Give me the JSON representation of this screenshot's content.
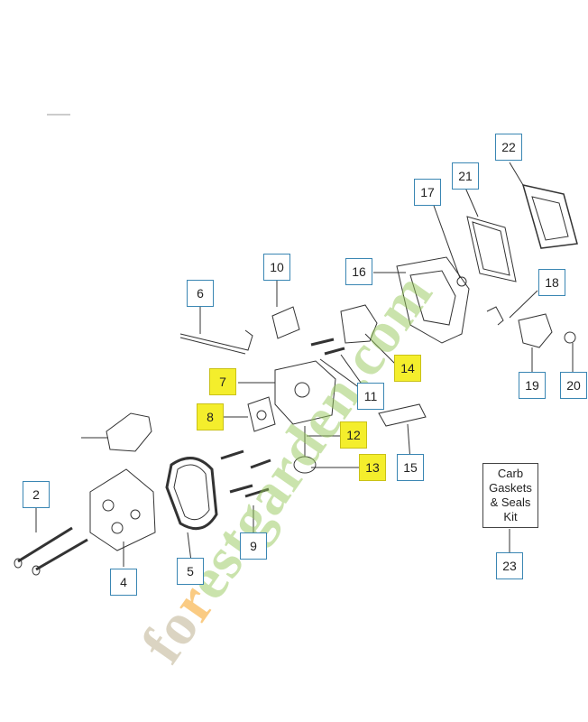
{
  "callouts": [
    {
      "n": "2",
      "hl": false
    },
    {
      "n": "4",
      "hl": false
    },
    {
      "n": "5",
      "hl": false
    },
    {
      "n": "6",
      "hl": false
    },
    {
      "n": "7",
      "hl": true
    },
    {
      "n": "8",
      "hl": true
    },
    {
      "n": "9",
      "hl": false
    },
    {
      "n": "10",
      "hl": false
    },
    {
      "n": "11",
      "hl": false
    },
    {
      "n": "12",
      "hl": true
    },
    {
      "n": "13",
      "hl": true
    },
    {
      "n": "14",
      "hl": true
    },
    {
      "n": "15",
      "hl": false
    },
    {
      "n": "16",
      "hl": false
    },
    {
      "n": "17",
      "hl": false
    },
    {
      "n": "18",
      "hl": false
    },
    {
      "n": "19",
      "hl": false
    },
    {
      "n": "20",
      "hl": false
    },
    {
      "n": "21",
      "hl": false
    },
    {
      "n": "22",
      "hl": false
    },
    {
      "n": "23",
      "hl": false
    }
  ],
  "kit": {
    "line1": "Carb",
    "line2": "Gaskets",
    "line3": "& Seals",
    "line4": "Kit"
  },
  "watermark": {
    "part1": "fo",
    "part2": "r",
    "part3": "estgarden.com"
  },
  "colors": {
    "callout_border": "#3a86b3",
    "highlight": "#f4ee2c",
    "line": "#333333"
  }
}
